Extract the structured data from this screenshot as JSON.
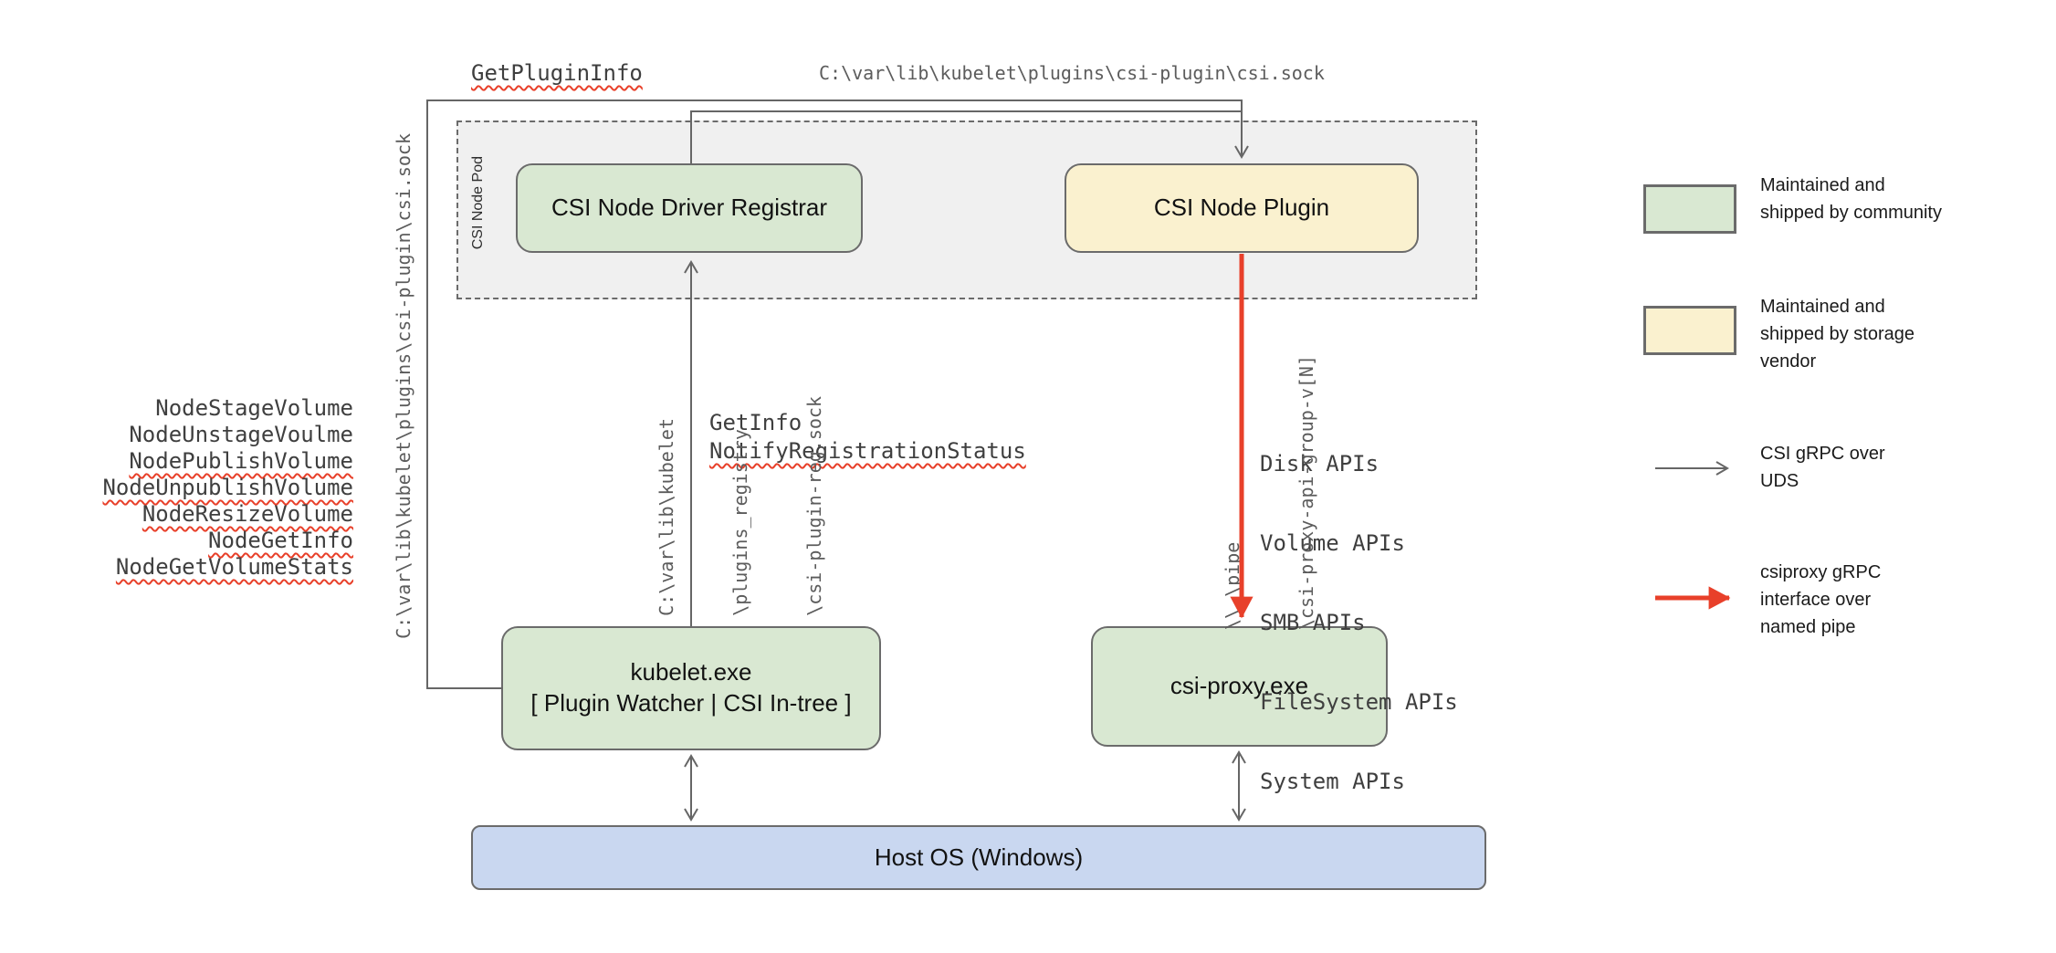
{
  "diagram": {
    "colors": {
      "community_green": "#d9e8d2",
      "vendor_yellow": "#faf1cf",
      "host_blue": "#c9d7f0",
      "pod_background": "#f0f0f0",
      "connector_gray": "#666666",
      "csiproxy_red": "#e8402a",
      "squiggle_red": "#e8402a"
    },
    "top_labels": {
      "get_plugin_info": {
        "text": "GetPluginInfo",
        "squiggle": true
      },
      "csi_sock_path": "C:\\var\\lib\\kubelet\\plugins\\csi-plugin\\csi.sock"
    },
    "pod": {
      "label": "CSI Node Pod"
    },
    "nodes": {
      "registrar": "CSI Node Driver Registrar",
      "plugin": "CSI Node Plugin",
      "kubelet_line1": "kubelet.exe",
      "kubelet_line2": "[ Plugin Watcher | CSI In-tree ]",
      "csi_proxy": "csi-proxy.exe",
      "host_os": "Host OS (Windows)"
    },
    "node_functions": [
      {
        "text": "NodeStageVolume",
        "squiggle": false
      },
      {
        "text": "NodeUnstageVoulme",
        "squiggle": false
      },
      {
        "text": "NodePublishVolume",
        "squiggle": true
      },
      {
        "text": "NodeUnpublishVolume",
        "squiggle": true
      },
      {
        "text": "NodeResizeVolume",
        "squiggle": true
      },
      {
        "text": "NodeGetInfo",
        "squiggle": true
      },
      {
        "text": "NodeGetVolumeStats",
        "squiggle": true
      }
    ],
    "registrar_calls": [
      {
        "text": "GetInfo",
        "squiggle": false
      },
      {
        "text": "NotifyRegistrationStatus",
        "squiggle": true
      }
    ],
    "proxy_apis": [
      "Disk APIs",
      "Volume APIs",
      "SMB APIs",
      "FileSystem APIs",
      "System APIs"
    ],
    "vertical_labels": {
      "kubelet_csi_sock": "C:\\var\\lib\\kubelet\\plugins\\csi-plugin\\csi.sock",
      "plugin_reg_sock": [
        "C:\\var\\lib\\kubelet",
        "\\plugins_registry",
        "\\csi-plugin-reg.sock"
      ],
      "named_pipe": [
        "\\\\.\\pipe",
        "\\csi-proxy-api-group-v[N]"
      ]
    },
    "legend": [
      {
        "swatch": "green-box",
        "label": "Maintained and shipped by community"
      },
      {
        "swatch": "yellow-box",
        "label": "Maintained and shipped by storage vendor"
      },
      {
        "swatch": "gray-arrow",
        "label": "CSI gRPC over UDS"
      },
      {
        "swatch": "red-arrow",
        "label": "csiproxy gRPC interface over named pipe"
      }
    ]
  }
}
